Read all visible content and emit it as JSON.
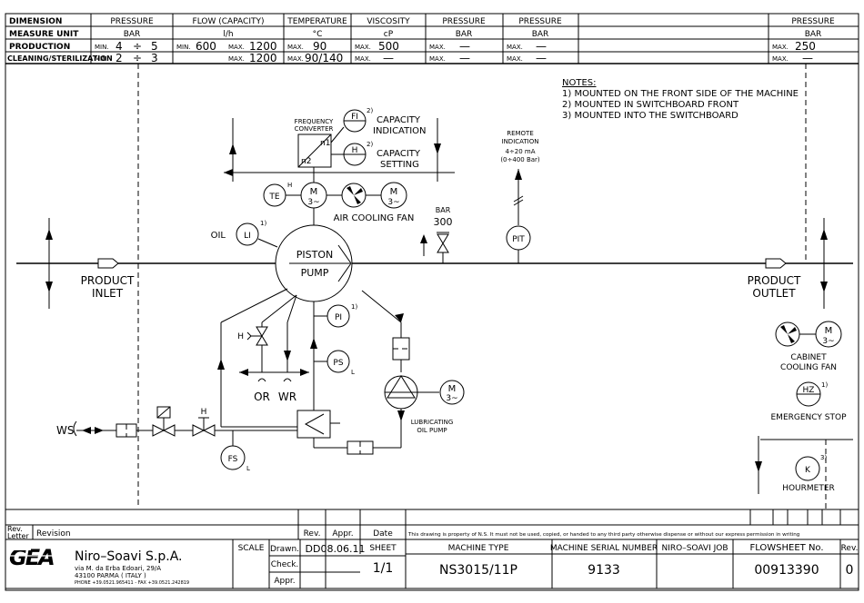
{
  "spec_table": {
    "col_dimension": "DIMENSION",
    "col_pressure": "PRESSURE",
    "col_flow": "FLOW (CAPACITY)",
    "col_temperature": "TEMPERATURE",
    "col_viscosity": "VISCOSITY",
    "col_pressure2": "PRESSURE",
    "col_pressure3": "PRESSURE",
    "col_pressure_last": "PRESSURE",
    "row_unit": "MEASURE UNIT",
    "unit_pressure": "BAR",
    "unit_flow": "l/h",
    "unit_temp": "°C",
    "unit_visc": "cP",
    "unit_p2": "BAR",
    "unit_p3": "BAR",
    "unit_plast": "BAR",
    "row_production": "PRODUCTION",
    "row_cleaning": "CLEANING/STERILIZATION",
    "min": "MIN.",
    "max": "MAX.",
    "prod_p_min": "4",
    "prod_p_sep": "÷",
    "prod_p_max": "5",
    "prod_f_min": "600",
    "prod_f_max": "1200",
    "prod_t_max": "90",
    "prod_v_max": "500",
    "prod_p2_max": "—",
    "prod_p3_max": "—",
    "prod_plast_max": "250",
    "clean_p_min": "2",
    "clean_p_sep": "÷",
    "clean_p_max": "3",
    "clean_f_max": "1200",
    "clean_t_max": "90/140",
    "clean_v_max": "—",
    "clean_p2_max": "—",
    "clean_p3_max": "—",
    "clean_plast_max": "—"
  },
  "notes": {
    "title": "NOTES:",
    "n1": "1) MOUNTED ON THE FRONT SIDE OF THE MACHINE",
    "n2": "2) MOUNTED IN SWITCHBOARD FRONT",
    "n3": "3) MOUNTED INTO THE SWITCHBOARD"
  },
  "diagram": {
    "freq_conv_1": "FREQUENCY",
    "freq_conv_2": "CONVERTER",
    "n1": "n1",
    "n2": "n2",
    "fi": "FI",
    "h": "H",
    "sup2": "2)",
    "sup1": "1)",
    "sup3": "3)",
    "cap_ind_1": "CAPACITY",
    "cap_ind_2": "INDICATION",
    "cap_set_1": "CAPACITY",
    "cap_set_2": "SETTING",
    "te": "TE",
    "te_h": "H",
    "m": "M",
    "m3": "3~",
    "air_fan": "AIR COOLING FAN",
    "remote_1": "REMOTE",
    "remote_2": "INDICATION",
    "remote_3": "4÷20 mA",
    "remote_4": "(0÷400 Bar)",
    "pit": "PIT",
    "bar": "BAR",
    "bar_val": "300",
    "oil": "OIL",
    "li": "LI",
    "piston": "PISTON",
    "pump": "PUMP",
    "product_inlet_1": "PRODUCT",
    "product_inlet_2": "INLET",
    "product_outlet_1": "PRODUCT",
    "product_outlet_2": "OUTLET",
    "pi": "PI",
    "ps": "PS",
    "ps_l": "L",
    "fs": "FS",
    "fs_l": "L",
    "or": "OR",
    "wr": "WR",
    "ws": "WS",
    "valve_h": "H",
    "lub_1": "LUBRICATING",
    "lub_2": "OIL PUMP",
    "cab_fan_1": "CABINET",
    "cab_fan_2": "COOLING FAN",
    "hz": "HZ",
    "emergency": "EMERGENCY STOP",
    "k": "K",
    "hourmeter": "HOURMETER"
  },
  "title_block": {
    "rev_letter": "Rev.\nLetter",
    "rev_letter_1": "Rev.",
    "rev_letter_2": "Letter",
    "revision": "Revision",
    "rev": "Rev.",
    "appr": "Appr.",
    "date": "Date",
    "disclaimer": "This drawing is property of N.S. It must not be used, copied, or handed to any third party otherwise dispense or without our express permission in writing",
    "logo": "GEA",
    "company": "Niro–Soavi S.p.A.",
    "addr_1": "via M. da Erba Edoari, 29/A",
    "addr_2": "43100 PARMA ( ITALY )",
    "addr_3": "PHONE +39.0521.965411 - FAX +39.0521.242819",
    "scale": "SCALE",
    "drawn": "Drawn.",
    "check": "Check.",
    "approved": "Appr.",
    "drawn_by": "DD",
    "drawn_date": "08.06.11",
    "sheet": "SHEET",
    "sheet_val": "1/1",
    "machine_type": "MACHINE TYPE",
    "machine_type_val": "NS3015/11P",
    "serial": "MACHINE SERIAL NUMBER",
    "serial_val": "9133",
    "job": "NIRO–SOAVI JOB",
    "job_val": "",
    "flowsheet": "FLOWSHEET No.",
    "flowsheet_val": "00913390",
    "rev_col": "Rev.",
    "rev_val": "0"
  }
}
